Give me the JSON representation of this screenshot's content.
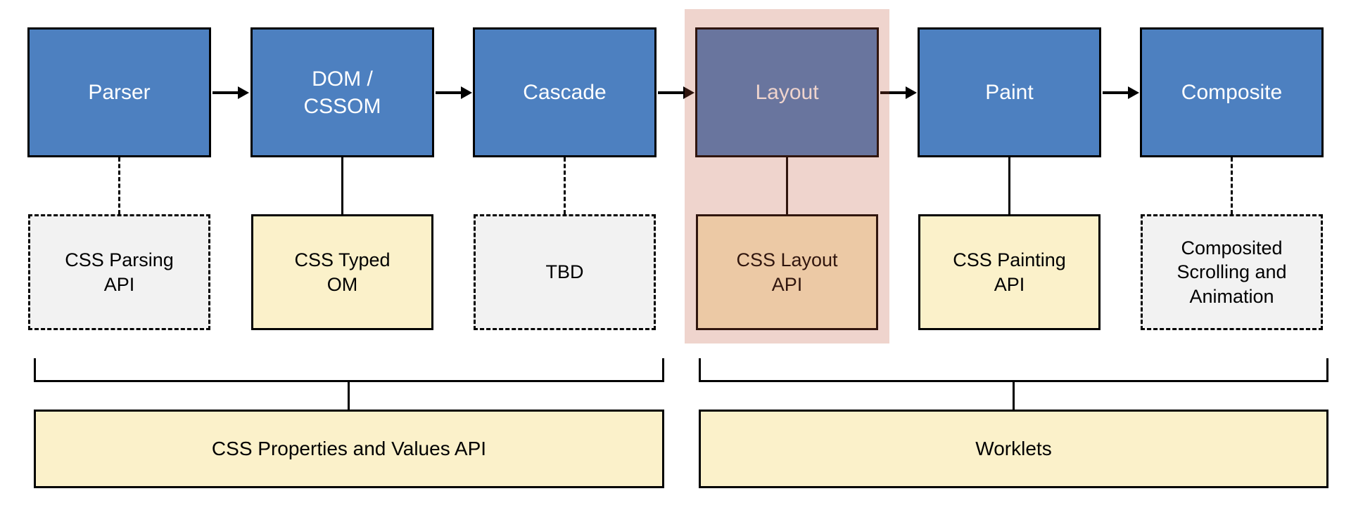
{
  "diagram": {
    "description": "CSS rendering pipeline with Houdini APIs",
    "stages": [
      {
        "label": "Parser",
        "api_label": "CSS Parsing\nAPI",
        "api_style": "draft",
        "connector": "dashed",
        "highlighted": false
      },
      {
        "label": "DOM /\nCSSOM",
        "api_label": "CSS Typed\nOM",
        "api_style": "final",
        "connector": "solid",
        "highlighted": false
      },
      {
        "label": "Cascade",
        "api_label": "TBD",
        "api_style": "draft",
        "connector": "dashed",
        "highlighted": false
      },
      {
        "label": "Layout",
        "api_label": "CSS Layout\nAPI",
        "api_style": "final",
        "connector": "solid",
        "highlighted": true
      },
      {
        "label": "Paint",
        "api_label": "CSS Painting\nAPI",
        "api_style": "final",
        "connector": "solid",
        "highlighted": false
      },
      {
        "label": "Composite",
        "api_label": "Composited\nScrolling and\nAnimation",
        "api_style": "draft",
        "connector": "dashed",
        "highlighted": false
      }
    ],
    "groups": [
      {
        "label": "CSS Properties and Values API",
        "spans": [
          "Parser",
          "DOM / CSSOM",
          "Cascade"
        ]
      },
      {
        "label": "Worklets",
        "spans": [
          "Layout",
          "Paint",
          "Composite"
        ]
      }
    ],
    "colors": {
      "stage_fill": "#4d80c0",
      "stage_text": "#ffffff",
      "api_final_fill": "#fbf1ca",
      "api_draft_fill": "#f2f2f2",
      "group_fill": "#fbf1ca",
      "line": "#000000",
      "highlight_overlay": "rgba(191,83,55,0.25)",
      "background": "#ffffff"
    }
  }
}
